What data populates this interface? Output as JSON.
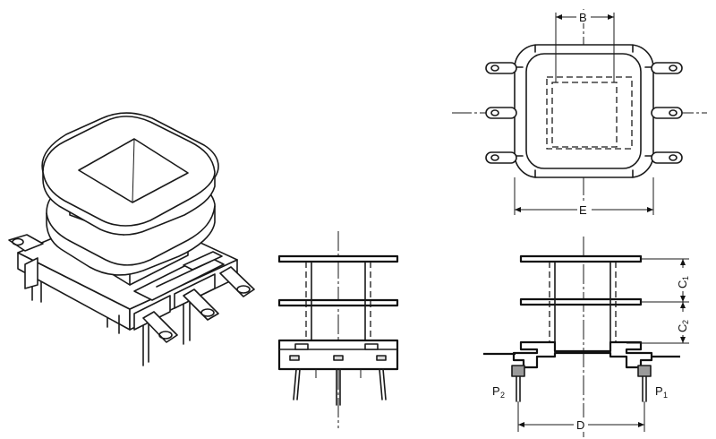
{
  "labels": {
    "B": "B",
    "E": "E",
    "C1_main": "C",
    "C1_sub": "1",
    "C2_main": "C",
    "C2_sub": "2",
    "D": "D",
    "P1_main": "P",
    "P1_sub": "1",
    "P2_main": "P",
    "P2_sub": "2"
  }
}
